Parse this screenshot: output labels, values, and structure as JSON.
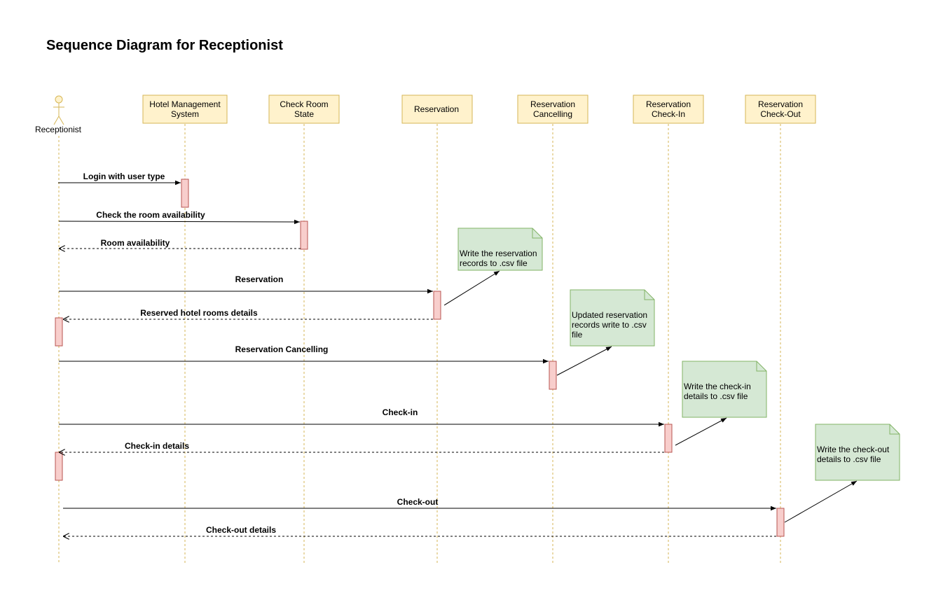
{
  "title": "Sequence Diagram for Receptionist",
  "actor": {
    "label": "Receptionist"
  },
  "participants": [
    {
      "id": "hms",
      "lines": [
        "Hotel Management",
        "System"
      ]
    },
    {
      "id": "room",
      "lines": [
        "Check Room",
        "State"
      ]
    },
    {
      "id": "res",
      "lines": [
        "Reservation"
      ]
    },
    {
      "id": "cancel",
      "lines": [
        "Reservation",
        "Cancelling"
      ]
    },
    {
      "id": "checkin",
      "lines": [
        "Reservation",
        "Check-In"
      ]
    },
    {
      "id": "checkout",
      "lines": [
        "Reservation",
        "Check-Out"
      ]
    }
  ],
  "messages": [
    {
      "label": "Login with user type",
      "from": "actor",
      "to": "hms",
      "kind": "sync"
    },
    {
      "label": "Check the room availability",
      "from": "actor",
      "to": "room",
      "kind": "sync"
    },
    {
      "label": "Room availability",
      "from": "room",
      "to": "actor",
      "kind": "return"
    },
    {
      "label": "Reservation",
      "from": "actor",
      "to": "res",
      "kind": "sync"
    },
    {
      "label": "Reserved hotel rooms details",
      "from": "res",
      "to": "actor",
      "kind": "return"
    },
    {
      "label": "Reservation Cancelling",
      "from": "actor",
      "to": "cancel",
      "kind": "sync"
    },
    {
      "label": "Check-in",
      "from": "actor",
      "to": "checkin",
      "kind": "sync"
    },
    {
      "label": "Check-in details",
      "from": "checkin",
      "to": "actor",
      "kind": "return"
    },
    {
      "label": "Check-out",
      "from": "actor",
      "to": "checkout",
      "kind": "sync"
    },
    {
      "label": "Check-out details",
      "from": "checkout",
      "to": "actor",
      "kind": "return"
    }
  ],
  "notes": [
    {
      "lines": [
        "Write the reservation",
        "records to .csv file"
      ],
      "attached_to": "res"
    },
    {
      "lines": [
        "Updated reservation",
        "records write to .csv",
        "file"
      ],
      "attached_to": "cancel"
    },
    {
      "lines": [
        "Write the check-in",
        "details to .csv file"
      ],
      "attached_to": "checkin"
    },
    {
      "lines": [
        "Write the check-out",
        "details to .csv file"
      ],
      "attached_to": "checkout"
    }
  ],
  "colors": {
    "participant_fill": "#fff2cc",
    "participant_stroke": "#d6b656",
    "activation_fill": "#f8cecc",
    "activation_stroke": "#b85450",
    "note_fill": "#d5e8d4",
    "note_stroke": "#82b366",
    "lifeline": "#d6b656",
    "actor_stroke": "#d6b656",
    "actor_fill": "#fff2cc"
  }
}
